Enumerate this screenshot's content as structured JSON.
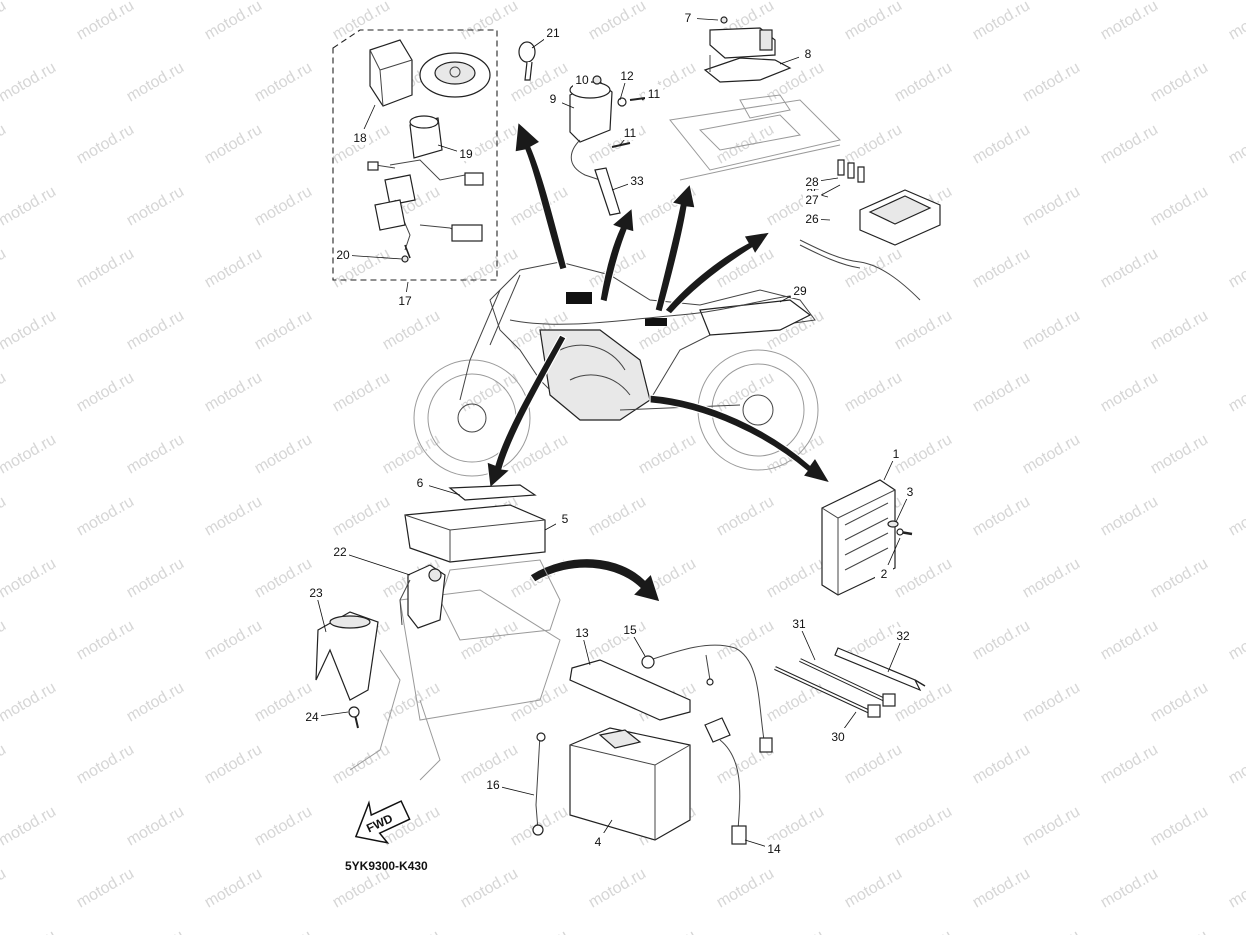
{
  "diagram": {
    "code": "5YK9300-K430",
    "fwd_label": "FWD",
    "watermark": "motod.ru",
    "callouts": [
      "1",
      "2",
      "3",
      "4",
      "5",
      "6",
      "7",
      "8",
      "9",
      "10",
      "11",
      "11",
      "12",
      "13",
      "14",
      "15",
      "16",
      "17",
      "18",
      "19",
      "20",
      "21",
      "22",
      "23",
      "24",
      "25",
      "26",
      "27",
      "28",
      "29",
      "30",
      "31",
      "32",
      "33"
    ]
  }
}
